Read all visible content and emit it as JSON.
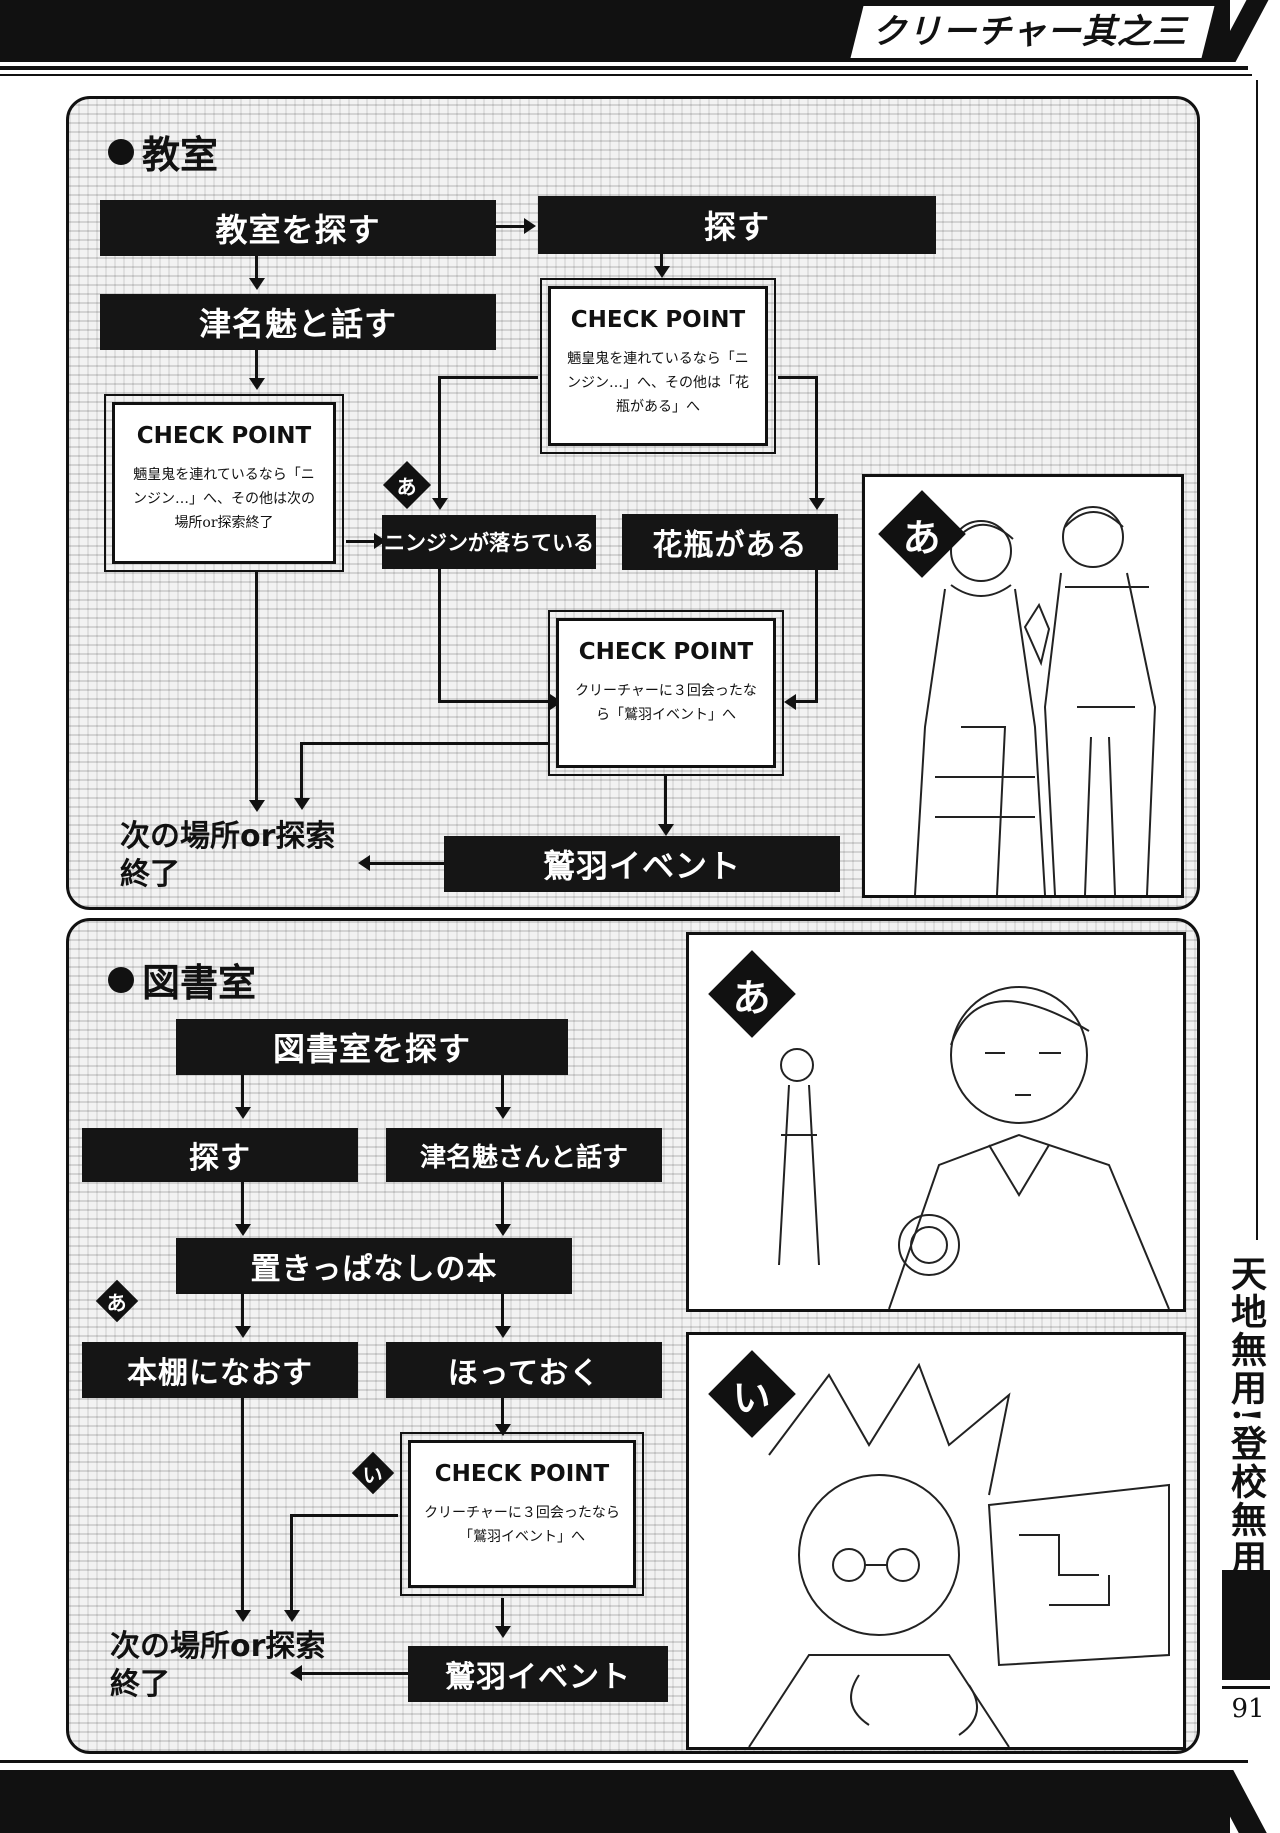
{
  "header": {
    "title": "クリーチャー其之三"
  },
  "sidebar": {
    "vertical_title": "天地無用!登校無用",
    "page_number": "91"
  },
  "classroom": {
    "title": "教室",
    "search_classroom": "教室を探す",
    "search": "探す",
    "talk_tsunami": "津名魅と話す",
    "checkpoint_left": {
      "title": "CHECK POINT",
      "text": "魎皇鬼を連れているなら「ニンジン…」へ、その他は次の場所or探索終了"
    },
    "checkpoint_top": {
      "title": "CHECK POINT",
      "text": "魎皇鬼を連れているなら「ニンジン…」へ、その他は「花瓶がある」へ"
    },
    "mark": "あ",
    "carrot": "ニンジンが落ちている",
    "vase": "花瓶がある",
    "checkpoint_bottom": {
      "title": "CHECK POINT",
      "text": "クリーチャーに３回会ったなら「鷲羽イベント」へ"
    },
    "next_place": "次の場所or探索終了",
    "washu_event": "鷲羽イベント",
    "illustration_mark": "あ"
  },
  "library": {
    "title": "図書室",
    "search_library": "図書室を探す",
    "search": "探す",
    "talk_tsunami_san": "津名魅さんと話す",
    "left_book": "置きっぱなしの本",
    "mark_a": "あ",
    "shelve": "本棚になおす",
    "leave": "ほっておく",
    "mark_i": "い",
    "checkpoint": {
      "title": "CHECK POINT",
      "text": "クリーチャーに３回会ったなら「鷲羽イベント」へ"
    },
    "next_place": "次の場所or探索終了",
    "washu_event": "鷲羽イベント",
    "illustration_mark_a": "あ",
    "illustration_mark_i": "い"
  }
}
